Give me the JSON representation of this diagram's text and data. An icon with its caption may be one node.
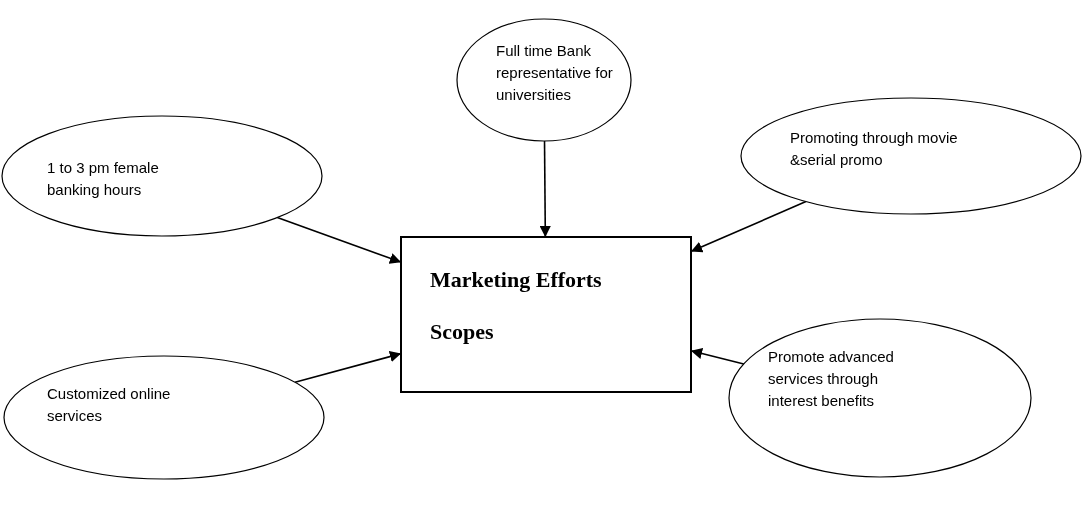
{
  "diagram": {
    "nodes": [
      {
        "text": [
          "Full time Bank representative for universities"
        ]
      },
      {
        "text": [
          "1 to 3 pm female banking hours"
        ]
      },
      {
        "text": [
          "Promoting through movie &serial promo"
        ]
      },
      {
        "text": [
          "Marketing Efforts Scopes"
        ]
      },
      {
        "text": [
          "Customized online services"
        ]
      },
      {
        "text": [
          "Promote advanced services through interest benefits"
        ]
      }
    ],
    "edges": [
      {
        "from": 1,
        "to": 3,
        "arrow": "to"
      },
      {
        "from": 0,
        "to": 3,
        "arrow": "to"
      },
      {
        "from": 2,
        "to": 3,
        "arrow": "to"
      },
      {
        "from": 4,
        "to": 3,
        "arrow": "to"
      },
      {
        "from": 5,
        "to": 3,
        "arrow": "to"
      }
    ]
  }
}
